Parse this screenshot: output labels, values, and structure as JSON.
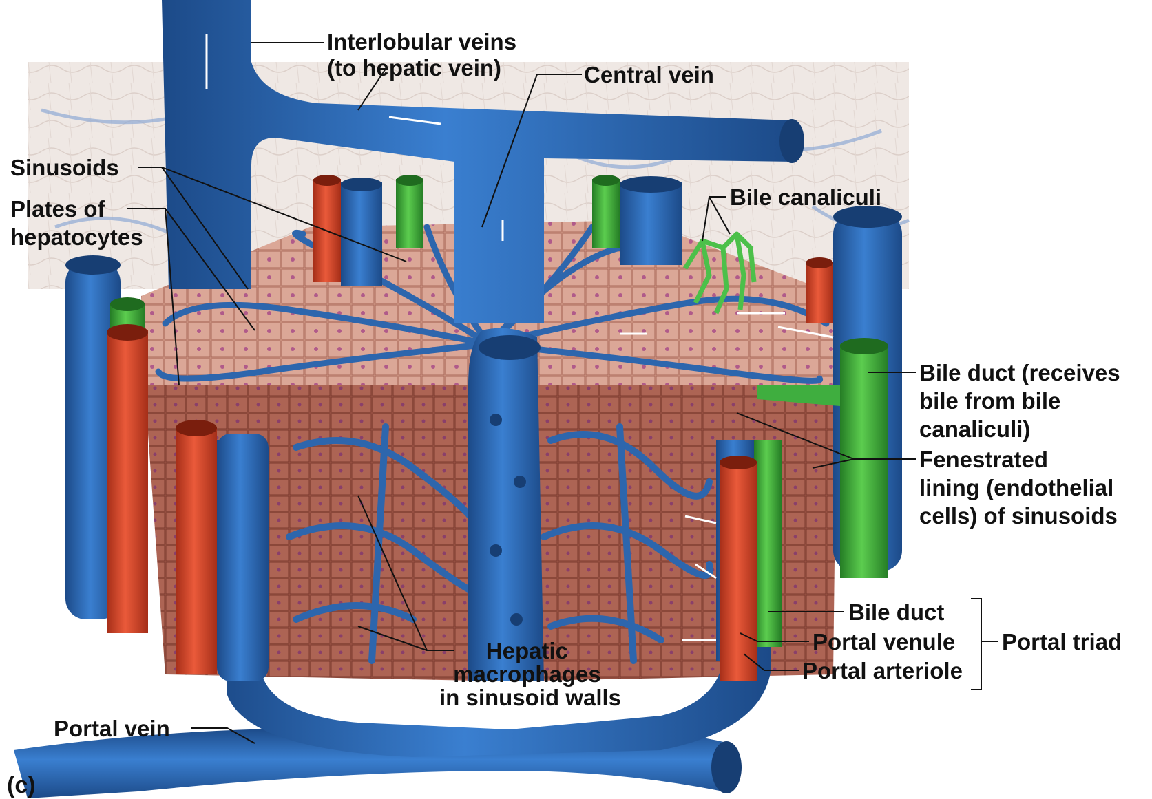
{
  "panel_letter": "(c)",
  "labels": {
    "interlobular_veins": [
      "Interlobular veins",
      "(to hepatic vein)"
    ],
    "central_vein": "Central vein",
    "sinusoids": "Sinusoids",
    "plates_of_hepatocytes": [
      "Plates of",
      "hepatocytes"
    ],
    "bile_canaliculi": "Bile canaliculi",
    "bile_duct_receives": [
      "Bile duct (receives",
      "bile from bile",
      "canaliculi)"
    ],
    "fenestrated_lining": [
      "Fenestrated",
      "lining (endothelial",
      "cells) of sinusoids"
    ],
    "bile_duct": "Bile duct",
    "portal_venule": "Portal venule",
    "portal_arteriole": "Portal arteriole",
    "portal_triad": "Portal triad",
    "hepatic_macrophages": [
      "Hepatic",
      "macrophages",
      "in sinusoid walls"
    ],
    "portal_vein": "Portal vein"
  },
  "colors": {
    "vein_blue": "#2f6db5",
    "vein_dark": "#1d4f8f",
    "artery_red": "#d9472b",
    "bile_green": "#3fae3f",
    "hepatocyte_pink": "#c98a7a",
    "background_tissue": "#e9e1dc"
  }
}
